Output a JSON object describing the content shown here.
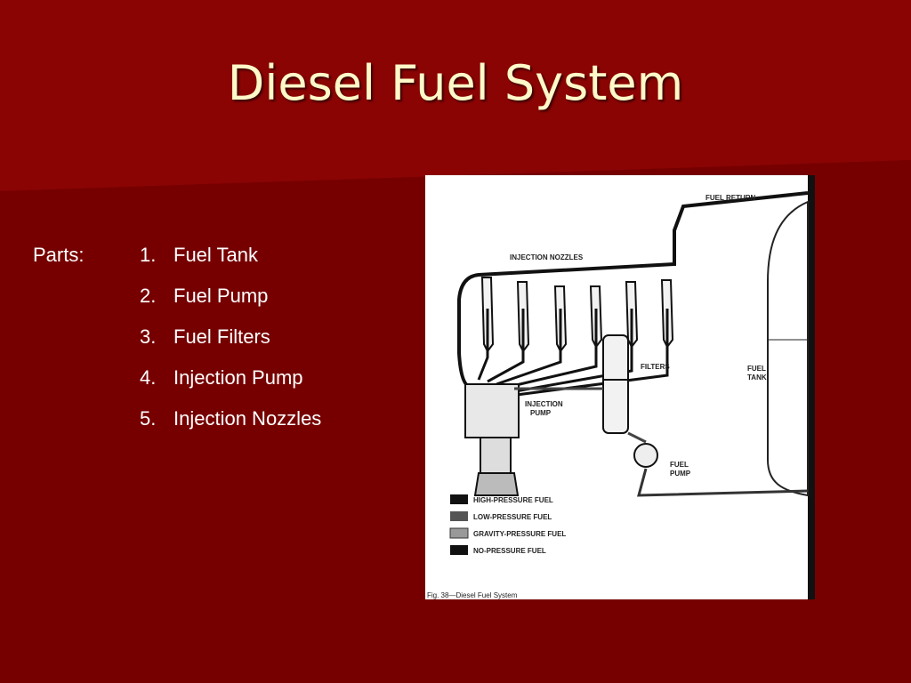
{
  "slide": {
    "title": "Diesel Fuel System",
    "parts_label": "Parts:",
    "parts": [
      {
        "num": "1.",
        "label": "Fuel Tank"
      },
      {
        "num": "2.",
        "label": "Fuel Pump"
      },
      {
        "num": "3.",
        "label": "Fuel Filters"
      },
      {
        "num": "4.",
        "label": "Injection Pump"
      },
      {
        "num": "5.",
        "label": "Injection Nozzles"
      }
    ]
  },
  "diagram": {
    "labels": {
      "fuel_return": "FUEL RETURN",
      "injection_nozzles": "INJECTION NOZZLES",
      "filters": "FILTERS",
      "fuel_tank_1": "FUEL",
      "fuel_tank_2": "TANK",
      "injection_pump_1": "INJECTION",
      "injection_pump_2": "PUMP",
      "fuel_pump_1": "FUEL",
      "fuel_pump_2": "PUMP"
    },
    "legend": [
      {
        "label": "HIGH-PRESSURE FUEL",
        "color": "#111111"
      },
      {
        "label": "LOW-PRESSURE FUEL",
        "color": "#555555"
      },
      {
        "label": "GRAVITY-PRESSURE FUEL",
        "color": "#999999"
      },
      {
        "label": "NO-PRESSURE FUEL",
        "color": "#111111"
      }
    ],
    "caption": "Fig. 38—Diesel Fuel System"
  },
  "colors": {
    "background": "#7a0000",
    "title": "#fff8c8",
    "text": "#ffffff"
  }
}
